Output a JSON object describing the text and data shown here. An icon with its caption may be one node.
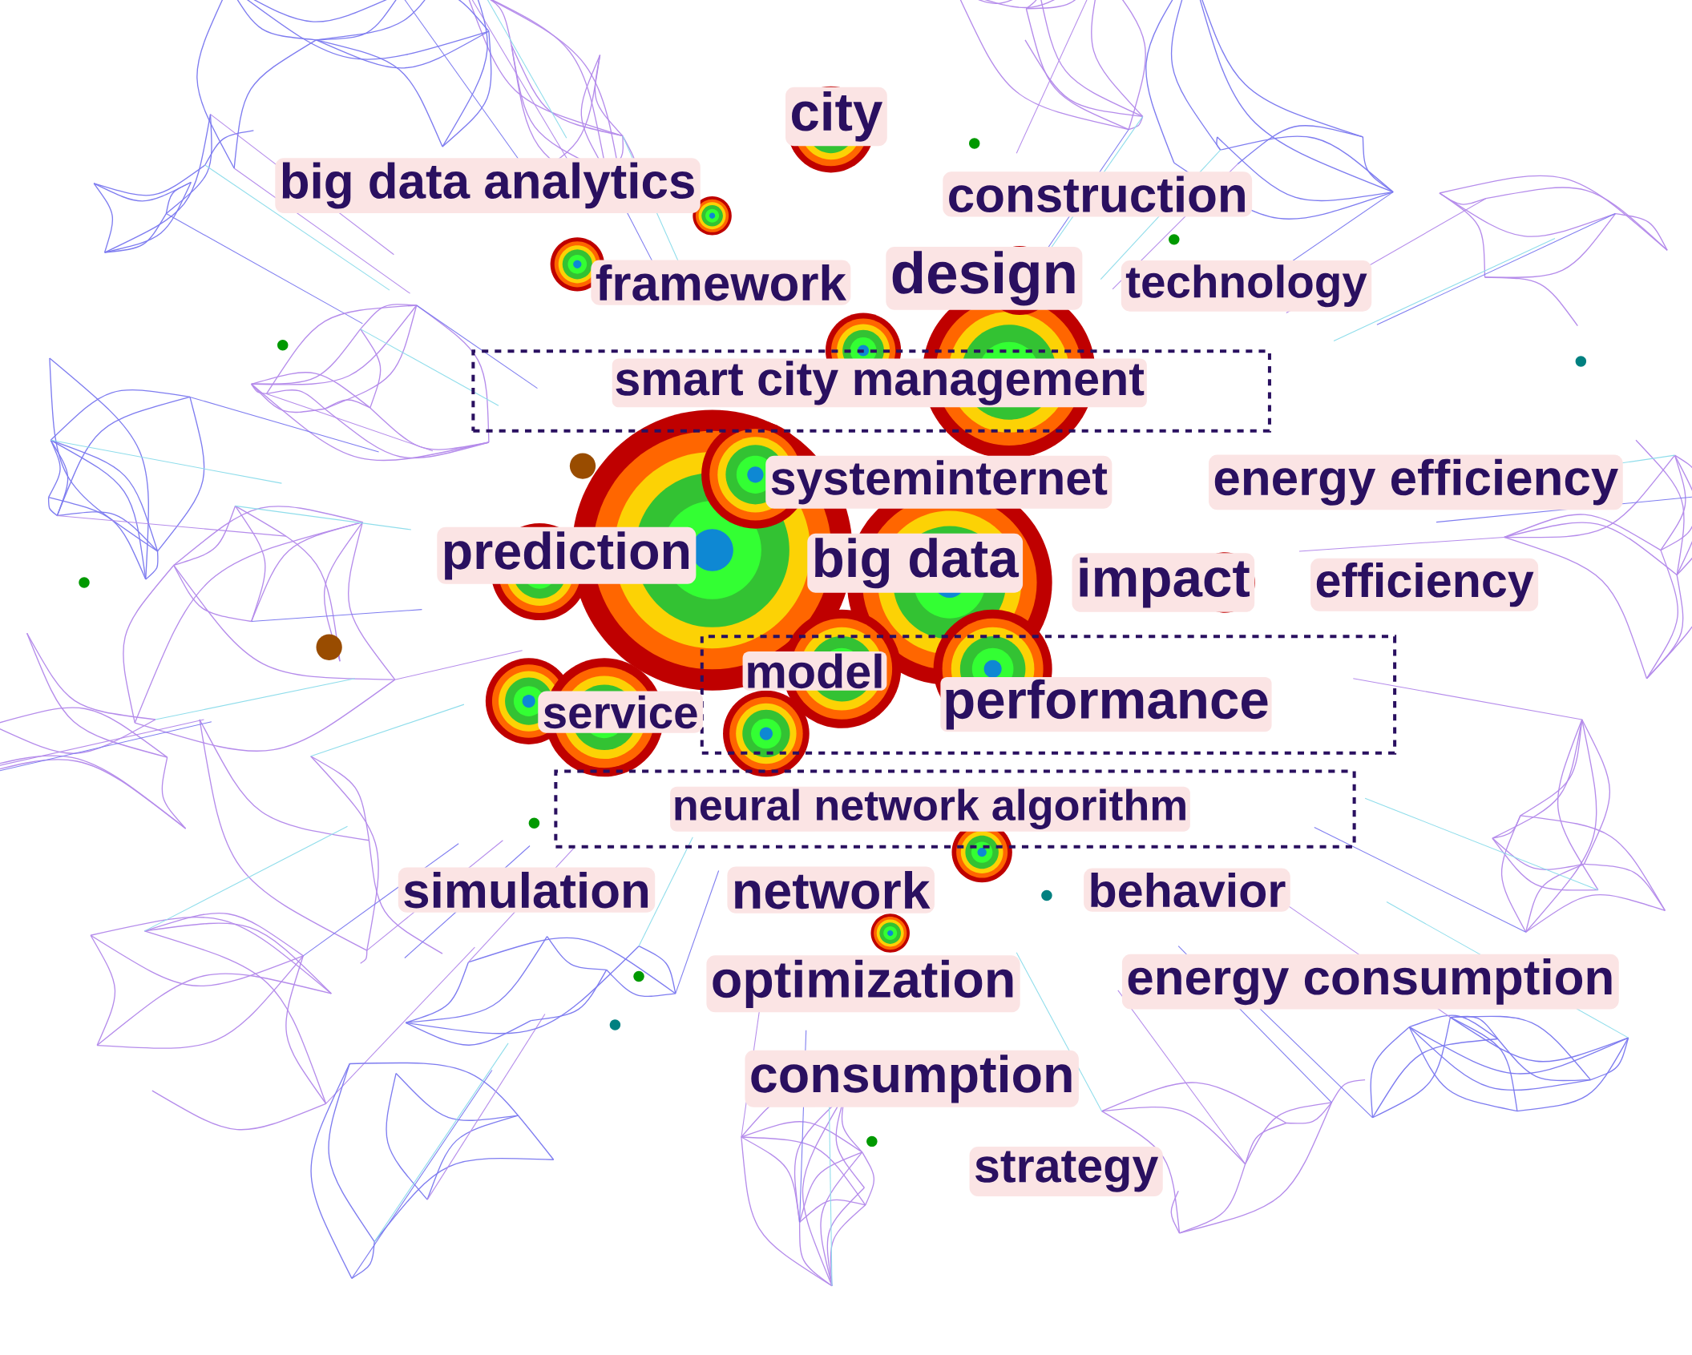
{
  "diagram": {
    "nodes": [
      {
        "text": [
          "smart city management"
        ]
      },
      {
        "text": [
          "model",
          "performance"
        ]
      },
      {
        "text": [
          "neural network algorithm"
        ]
      }
    ],
    "labels": [
      "city",
      "big data analytics",
      "construction",
      "framework",
      "design",
      "technology",
      "systeminternet",
      "energy efficiency",
      "prediction",
      "big data",
      "impact",
      "efficiency",
      "service",
      "simulation",
      "network",
      "behavior",
      "optimization",
      "energy consumption",
      "consumption",
      "strategy"
    ]
  }
}
